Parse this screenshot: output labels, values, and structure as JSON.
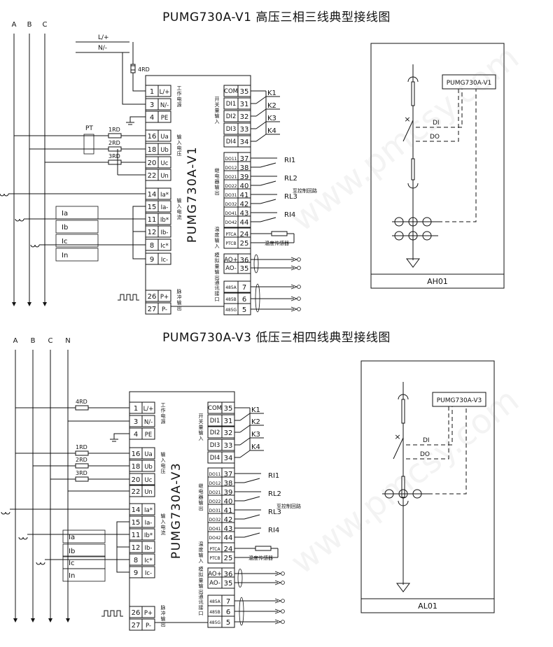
{
  "diagram1": {
    "title": "PUMG730A-V1 高压三相三线典型接线图",
    "phases": [
      "A",
      "B",
      "C"
    ],
    "aux_power": [
      "L/+",
      "N/-"
    ],
    "fuse4": "4RD",
    "pt": "PT",
    "fuses": [
      "1RD",
      "2RD",
      "3RD"
    ],
    "ct_labels": [
      "Ia",
      "Ib",
      "Ic",
      "In"
    ],
    "device_name": "PUMG730A-V1",
    "left_terminals": [
      {
        "num": "1",
        "name": "L/+"
      },
      {
        "num": "3",
        "name": "N/-"
      },
      {
        "num": "4",
        "name": "PE"
      },
      {
        "num": "16",
        "name": "Ua"
      },
      {
        "num": "18",
        "name": "Ub"
      },
      {
        "num": "20",
        "name": "Uc"
      },
      {
        "num": "22",
        "name": "Un"
      },
      {
        "num": "14",
        "name": "Ia*"
      },
      {
        "num": "15",
        "name": "Ia-"
      },
      {
        "num": "11",
        "name": "Ib*"
      },
      {
        "num": "12",
        "name": "Ib-"
      },
      {
        "num": "8",
        "name": "Ic*"
      },
      {
        "num": "9",
        "name": "Ic-"
      },
      {
        "num": "26",
        "name": "P+"
      },
      {
        "num": "27",
        "name": "P-"
      }
    ],
    "group_labels": [
      "工作电源",
      "输入电压",
      "输入电流",
      "脉冲输出"
    ],
    "right_group_labels": [
      "开关量输入",
      "继电器输出",
      "温度输入",
      "模拟量输出",
      "通讯接口"
    ],
    "right_terminals": [
      {
        "name": "COM",
        "num": "35"
      },
      {
        "name": "DI1",
        "num": "31"
      },
      {
        "name": "DI2",
        "num": "32"
      },
      {
        "name": "DI3",
        "num": "33"
      },
      {
        "name": "DI4",
        "num": "34"
      },
      {
        "name": "DO11",
        "num": "37"
      },
      {
        "name": "DO12",
        "num": "38"
      },
      {
        "name": "DO21",
        "num": "39"
      },
      {
        "name": "DO22",
        "num": "40"
      },
      {
        "name": "DO31",
        "num": "41"
      },
      {
        "name": "DO32",
        "num": "42"
      },
      {
        "name": "DO41",
        "num": "43"
      },
      {
        "name": "DO42",
        "num": "44"
      },
      {
        "name": "PTCA",
        "num": "24"
      },
      {
        "name": "PTCB",
        "num": "25"
      },
      {
        "name": "AO+",
        "num": "36"
      },
      {
        "name": "AO-",
        "num": "35"
      },
      {
        "name": "485A",
        "num": "7"
      },
      {
        "name": "485B",
        "num": "6"
      },
      {
        "name": "485G",
        "num": "5"
      }
    ],
    "keys": [
      "K1",
      "K2",
      "K3",
      "K4"
    ],
    "relays": [
      "RI1",
      "RL2",
      "RL3",
      "RI4"
    ],
    "relay_note": "至控制回路",
    "temp_sensor": "温度传感器",
    "panel_device": "PUMG730A-V1",
    "panel_di": "DI",
    "panel_do": "DO",
    "panel_caption": "AH01"
  },
  "diagram2": {
    "title": "PUMG730A-V3 低压三相四线典型接线图",
    "phases": [
      "A",
      "B",
      "C",
      "N"
    ],
    "fuse4": "4RD",
    "fuses": [
      "1RD",
      "2RD",
      "3RD"
    ],
    "ct_labels": [
      "Ia",
      "Ib",
      "Ic",
      "In"
    ],
    "device_name": "PUMG730A-V3",
    "left_terminals": [
      {
        "num": "1",
        "name": "L/+"
      },
      {
        "num": "3",
        "name": "N/-"
      },
      {
        "num": "4",
        "name": "PE"
      },
      {
        "num": "16",
        "name": "Ua"
      },
      {
        "num": "18",
        "name": "Ub"
      },
      {
        "num": "20",
        "name": "Uc"
      },
      {
        "num": "22",
        "name": "Un"
      },
      {
        "num": "14",
        "name": "Ia*"
      },
      {
        "num": "15",
        "name": "Ia-"
      },
      {
        "num": "11",
        "name": "Ib*"
      },
      {
        "num": "12",
        "name": "Ib-"
      },
      {
        "num": "8",
        "name": "Ic*"
      },
      {
        "num": "9",
        "name": "Ic-"
      },
      {
        "num": "26",
        "name": "P+"
      },
      {
        "num": "27",
        "name": "P-"
      }
    ],
    "group_labels": [
      "工作电源",
      "输入电压",
      "输入电流",
      "脉冲输出"
    ],
    "right_group_labels": [
      "开关量输入",
      "继电器输出",
      "温度输入",
      "模拟量输出",
      "通讯接口"
    ],
    "right_terminals": [
      {
        "name": "COM",
        "num": "35"
      },
      {
        "name": "DI1",
        "num": "31"
      },
      {
        "name": "DI2",
        "num": "32"
      },
      {
        "name": "DI3",
        "num": "33"
      },
      {
        "name": "DI4",
        "num": "34"
      },
      {
        "name": "DO11",
        "num": "37"
      },
      {
        "name": "DO12",
        "num": "38"
      },
      {
        "name": "DO21",
        "num": "39"
      },
      {
        "name": "DO22",
        "num": "40"
      },
      {
        "name": "DO31",
        "num": "41"
      },
      {
        "name": "DO32",
        "num": "42"
      },
      {
        "name": "DO41",
        "num": "43"
      },
      {
        "name": "DO42",
        "num": "44"
      },
      {
        "name": "PTCA",
        "num": "24"
      },
      {
        "name": "PTCB",
        "num": "25"
      },
      {
        "name": "AO+",
        "num": "36"
      },
      {
        "name": "AO-",
        "num": "35"
      },
      {
        "name": "485A",
        "num": "7"
      },
      {
        "name": "485B",
        "num": "6"
      },
      {
        "name": "485G",
        "num": "5"
      }
    ],
    "keys": [
      "K1",
      "K2",
      "K3",
      "K4"
    ],
    "relays": [
      "RI1",
      "RL2",
      "RL3",
      "RI4"
    ],
    "relay_note": "至控制回路",
    "temp_sensor": "温度传感器",
    "panel_device": "PUMG730A-V3",
    "panel_di": "DI",
    "panel_do": "DO",
    "panel_caption": "AL01"
  },
  "watermark": "www.pmcsy.com"
}
